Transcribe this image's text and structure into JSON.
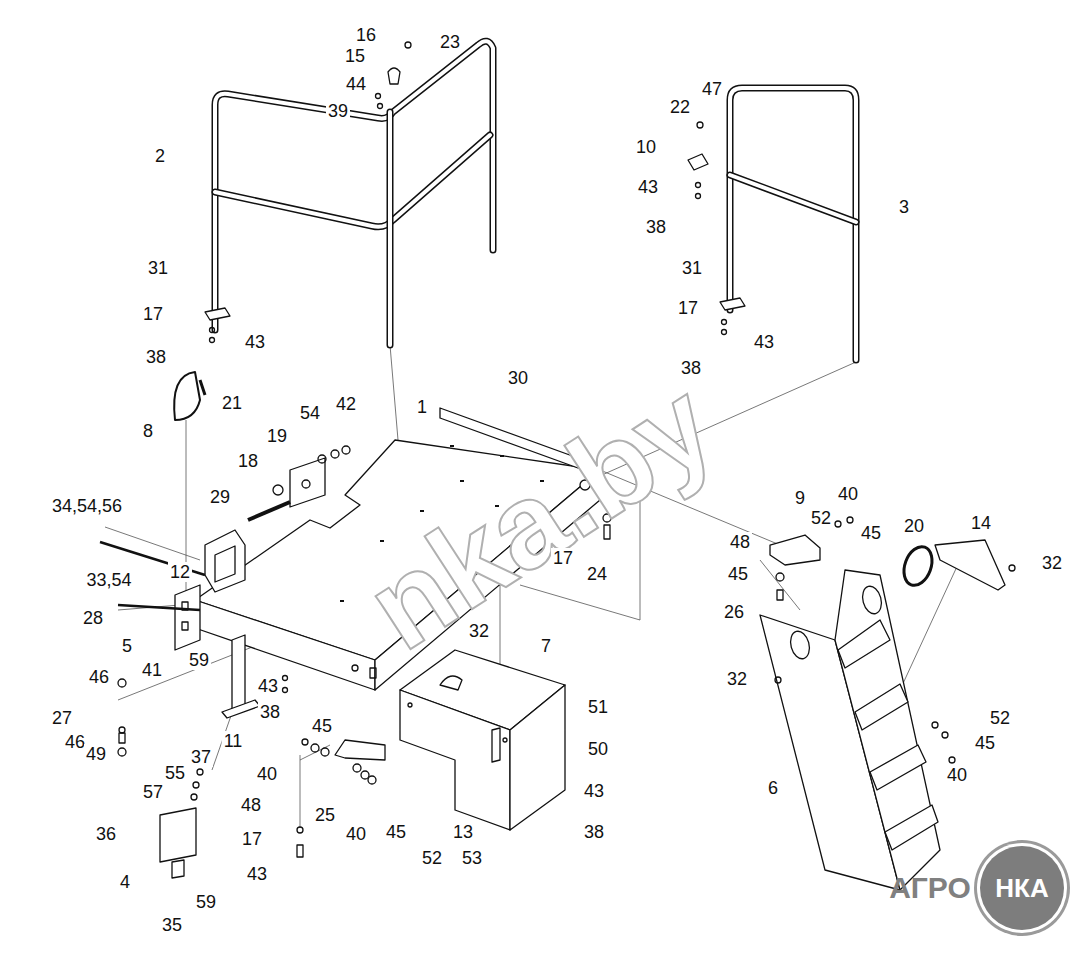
{
  "diagram": {
    "nodes": [
      {
        "text": [
          "НКА"
        ]
      }
    ],
    "labels": [
      "16",
      "23",
      "15",
      "44",
      "39",
      "2",
      "22",
      "47",
      "10",
      "43",
      "38",
      "3",
      "31",
      "17",
      "43",
      "38",
      "31",
      "17",
      "43",
      "38",
      "30",
      "1",
      "21",
      "8",
      "54",
      "42",
      "19",
      "18",
      "29",
      "34,54,56",
      "17",
      "24",
      "9",
      "40",
      "52",
      "45",
      "48",
      "20",
      "14",
      "32",
      "45",
      "26",
      "32",
      "33,54",
      "12",
      "28",
      "5",
      "32",
      "7",
      "59",
      "41",
      "46",
      "43",
      "38",
      "11",
      "51",
      "27",
      "46",
      "49",
      "45",
      "37",
      "40",
      "55",
      "50",
      "48",
      "57",
      "25",
      "40",
      "45",
      "52",
      "53",
      "13",
      "43",
      "38",
      "36",
      "17",
      "4",
      "59",
      "43",
      "35",
      "52",
      "45",
      "40",
      "6",
      "nka.by",
      "АГРО"
    ]
  }
}
